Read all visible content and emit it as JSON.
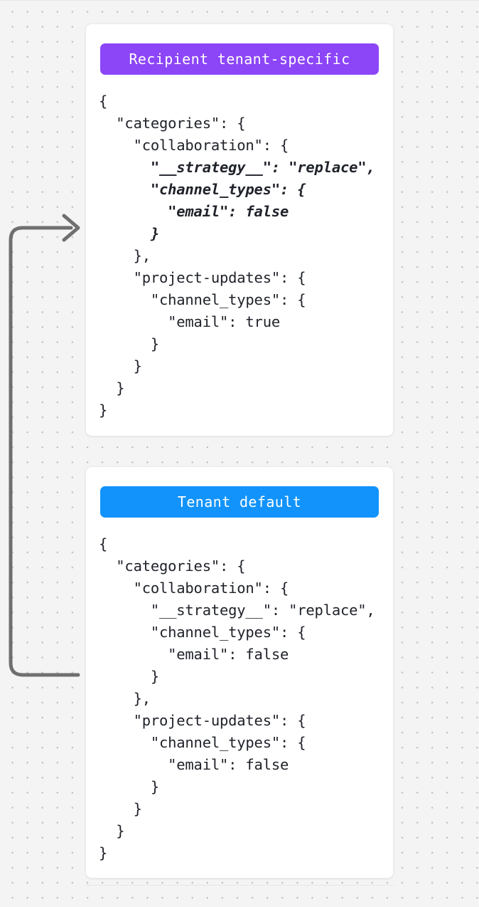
{
  "canvas": {
    "background_color": "#f4f4f4",
    "dot_color": "#c2c2c2"
  },
  "connector": {
    "name": "override-arrow",
    "description": "curved arrow from tenant default card to recipient tenant-specific card",
    "color": "#6f6f6f",
    "direction": "right"
  },
  "cards": [
    {
      "id": "recipient",
      "header": {
        "label": "Recipient tenant-specific",
        "bg_color": "#8c45f7",
        "text_color": "#ffffff"
      },
      "code_lines": [
        {
          "text": "{",
          "emphasis": false
        },
        {
          "text": "  \"categories\": {",
          "emphasis": false
        },
        {
          "text": "    \"collaboration\": {",
          "emphasis": false
        },
        {
          "text": "      \"__strategy__\": \"replace\",",
          "emphasis": true
        },
        {
          "text": "      \"channel_types\": {",
          "emphasis": true
        },
        {
          "text": "        \"email\": false",
          "emphasis": true
        },
        {
          "text": "      }",
          "emphasis": true
        },
        {
          "text": "    },",
          "emphasis": false
        },
        {
          "text": "    \"project-updates\": {",
          "emphasis": false
        },
        {
          "text": "      \"channel_types\": {",
          "emphasis": false
        },
        {
          "text": "        \"email\": true",
          "emphasis": false
        },
        {
          "text": "      }",
          "emphasis": false
        },
        {
          "text": "    }",
          "emphasis": false
        },
        {
          "text": "  }",
          "emphasis": false
        },
        {
          "text": "}",
          "emphasis": false
        }
      ]
    },
    {
      "id": "tenant",
      "header": {
        "label": "Tenant default",
        "bg_color": "#1193fb",
        "text_color": "#ffffff"
      },
      "code_lines": [
        {
          "text": "{",
          "emphasis": false
        },
        {
          "text": "  \"categories\": {",
          "emphasis": false
        },
        {
          "text": "    \"collaboration\": {",
          "emphasis": false
        },
        {
          "text": "      \"__strategy__\": \"replace\",",
          "emphasis": false
        },
        {
          "text": "      \"channel_types\": {",
          "emphasis": false
        },
        {
          "text": "        \"email\": false",
          "emphasis": false
        },
        {
          "text": "      }",
          "emphasis": false
        },
        {
          "text": "    },",
          "emphasis": false
        },
        {
          "text": "    \"project-updates\": {",
          "emphasis": false
        },
        {
          "text": "      \"channel_types\": {",
          "emphasis": false
        },
        {
          "text": "        \"email\": false",
          "emphasis": false
        },
        {
          "text": "      }",
          "emphasis": false
        },
        {
          "text": "    }",
          "emphasis": false
        },
        {
          "text": "  }",
          "emphasis": false
        },
        {
          "text": "}",
          "emphasis": false
        }
      ]
    }
  ]
}
